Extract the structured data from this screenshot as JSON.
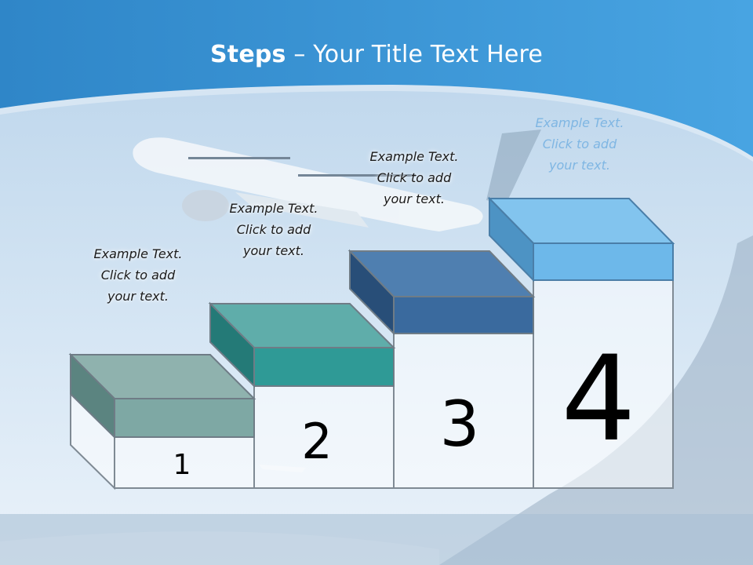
{
  "title": {
    "bold": "Steps",
    "rest": " – Your Title Text Here"
  },
  "steps": [
    {
      "number": "1",
      "line1": "Example Text.",
      "line2": "Click  to add",
      "line3": "your text."
    },
    {
      "number": "2",
      "line1": "Example Text.",
      "line2": "Click  to add",
      "line3": "your text."
    },
    {
      "number": "3",
      "line1": "Example Text.",
      "line2": "Click  to add",
      "line3": "your text."
    },
    {
      "number": "4",
      "line1": "Example Text.",
      "line2": "Click  to add",
      "line3": "your text."
    }
  ],
  "colors": {
    "header_blue": "#3a93d6",
    "step1": "#7ea8a4",
    "step2": "#2f9a96",
    "step3": "#3a6a9e",
    "step4": "#6db8ea"
  }
}
